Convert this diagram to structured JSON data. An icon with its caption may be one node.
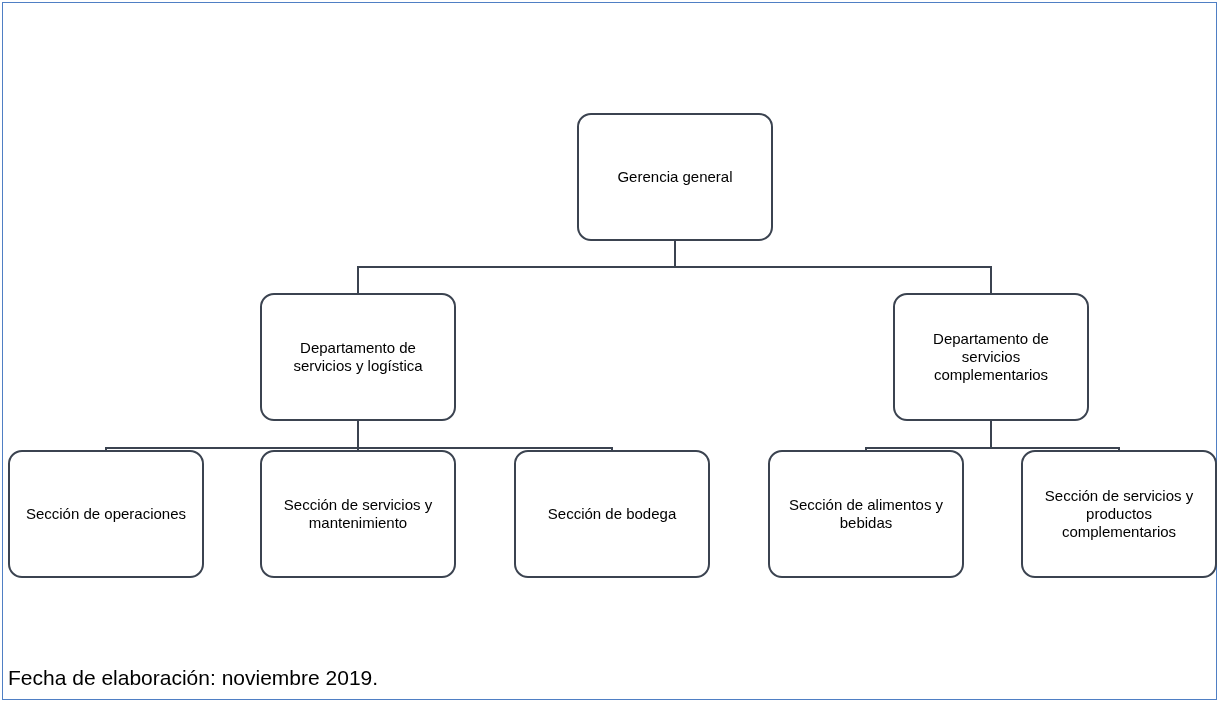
{
  "diagram": {
    "caption": "Fecha de elaboración: noviembre 2019.",
    "nodes": [
      {
        "text": [
          "Gerencia general"
        ]
      },
      {
        "text": [
          "Departamento de servicios y logística"
        ]
      },
      {
        "text": [
          "Departamento de servicios complementarios"
        ]
      },
      {
        "text": [
          "Sección de operaciones"
        ]
      },
      {
        "text": [
          "Sección de servicios y mantenimiento"
        ]
      },
      {
        "text": [
          "Sección de bodega"
        ]
      },
      {
        "text": [
          "Sección de alimentos y bebidas"
        ]
      },
      {
        "text": [
          "Sección de servicios y productos complementarios"
        ]
      }
    ],
    "edges": [
      {
        "from": 0,
        "to": 1,
        "arrow": "none"
      },
      {
        "from": 0,
        "to": 2,
        "arrow": "none"
      },
      {
        "from": 1,
        "to": 3,
        "arrow": "none"
      },
      {
        "from": 1,
        "to": 4,
        "arrow": "none"
      },
      {
        "from": 1,
        "to": 5,
        "arrow": "none"
      },
      {
        "from": 2,
        "to": 6,
        "arrow": "none"
      },
      {
        "from": 2,
        "to": 7,
        "arrow": "none"
      }
    ]
  }
}
